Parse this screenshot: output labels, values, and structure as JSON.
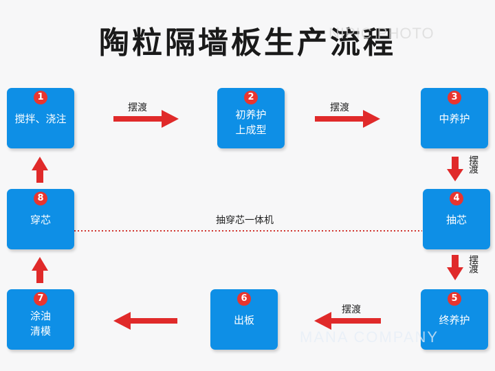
{
  "title": "陶粒隔墙板生产流程",
  "watermarks": {
    "top": "NIPIC PHOTO",
    "bottom": "MANA COMPANY"
  },
  "steps": [
    {
      "num": "1",
      "label": "搅拌、浇注"
    },
    {
      "num": "2",
      "label": "初养护\n上成型"
    },
    {
      "num": "3",
      "label": "中养护"
    },
    {
      "num": "4",
      "label": "抽芯"
    },
    {
      "num": "5",
      "label": "终养护"
    },
    {
      "num": "6",
      "label": "出板"
    },
    {
      "num": "7",
      "label": "涂油\n清模"
    },
    {
      "num": "8",
      "label": "穿芯"
    }
  ],
  "edges": {
    "e12": "摆渡",
    "e23": "摆渡",
    "e34": "摆渡",
    "e45": "摆渡",
    "e56": "摆渡",
    "e84": "抽穿芯一体机"
  },
  "colors": {
    "box": "#0e8fe6",
    "badge": "#e8352f",
    "arrow": "#e02a2a"
  }
}
